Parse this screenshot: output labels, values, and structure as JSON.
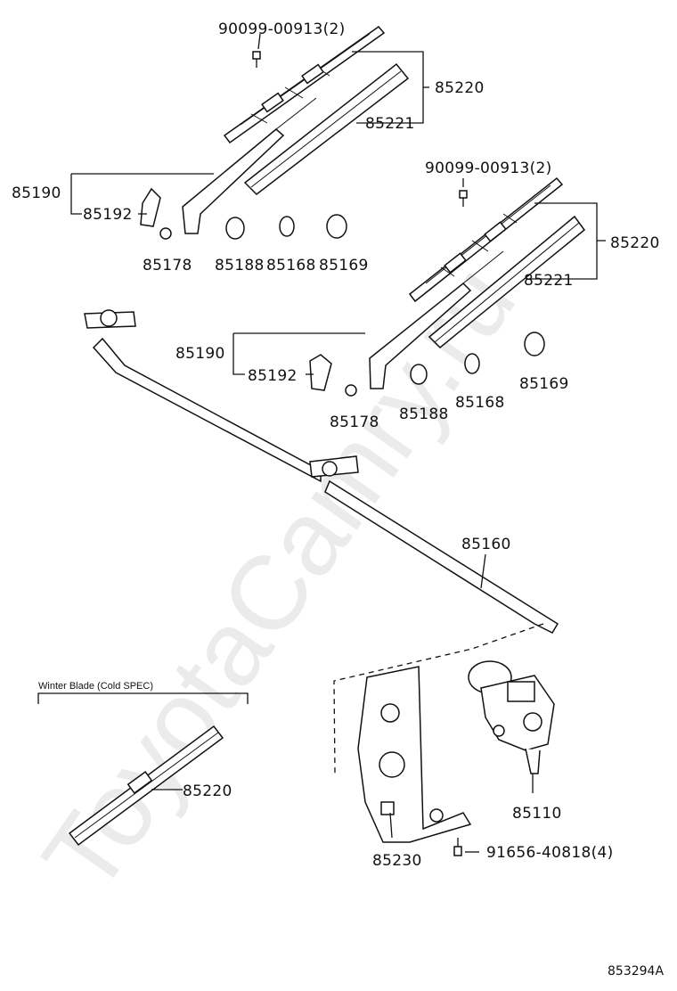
{
  "watermark": "ToyotaCamry.ru",
  "labels": {
    "bolt_top": "90099-00913(2)",
    "blade_top": "85220",
    "rubber_top": "85221",
    "arm_top": "85190",
    "cover_top": "85192",
    "nut_top": "85178",
    "cap_188_top": "85188",
    "cap_168_top": "85168",
    "cap_169_top": "85169",
    "bolt_right": "90099-00913(2)",
    "blade_right": "85220",
    "rubber_right": "85221",
    "arm_right": "85190",
    "cover_right": "85192",
    "nut_right": "85178",
    "cap_188_right": "85188",
    "cap_168_right": "85168",
    "cap_169_right": "85169",
    "link": "85160",
    "winter_heading": "Winter Blade (Cold SPEC)",
    "winter_blade": "85220",
    "motor": "85110",
    "bracket": "85230",
    "bracket_bolt": "91656-40818(4)",
    "diagram_code": "853294A"
  }
}
